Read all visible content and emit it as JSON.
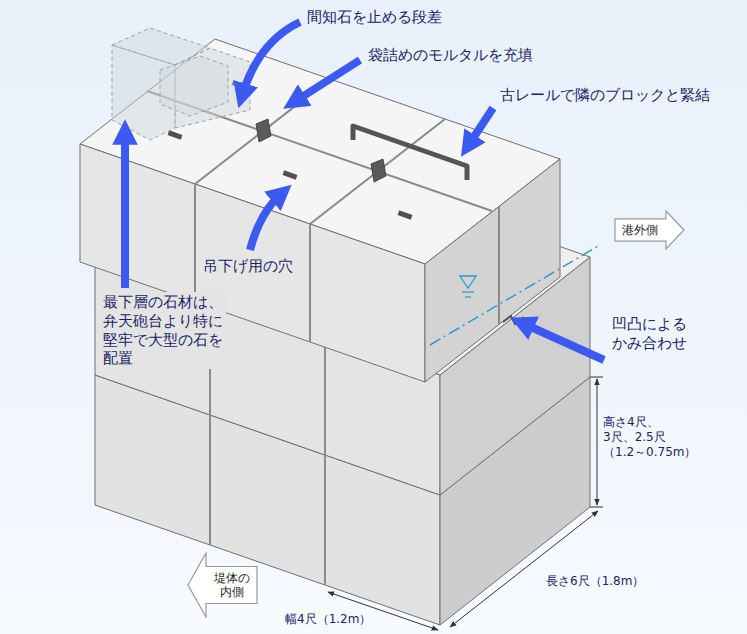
{
  "diagram": {
    "nodes": [
      {
        "text": [
          "港外側"
        ]
      },
      {
        "text": [
          "堤体の 内側"
        ]
      }
    ],
    "labels": [
      "間知石を止める段差",
      "袋詰めのモルタルを充填",
      "古レールで隣のブロックと緊結",
      "吊下げ用の穴",
      "最下層の石材は、 弁天砲台より特に 堅牢で大型の石を 配置",
      "凹凸による かみ合わせ",
      "高さ4尺、 3尺、2.5尺 （1.2～0.75m）",
      "長さ6尺（1.8m）",
      "幅4尺（1.2m）"
    ]
  }
}
